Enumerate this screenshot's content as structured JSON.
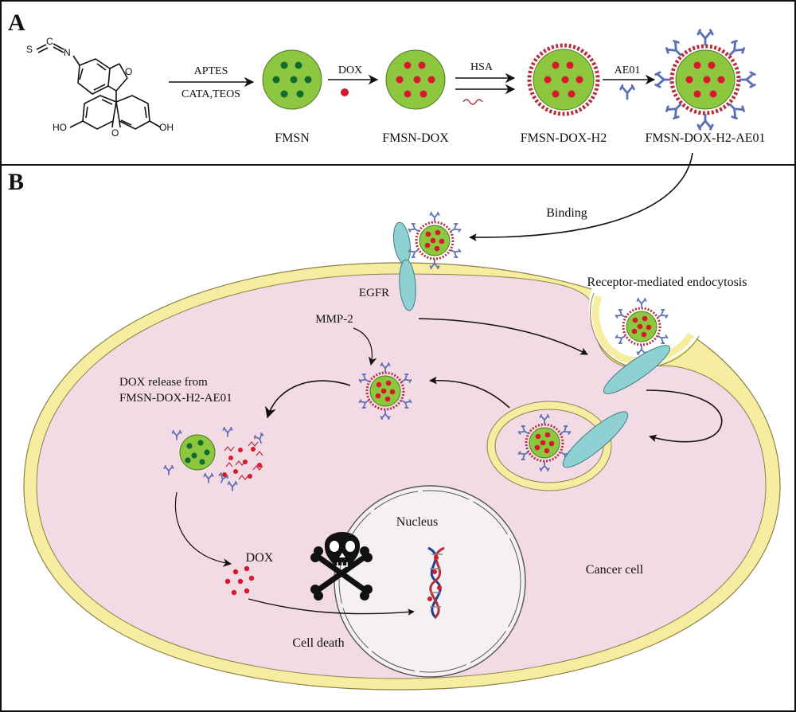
{
  "panels": {
    "a_label": "A",
    "b_label": "B"
  },
  "scheme": {
    "chem_atoms": {
      "s": "S",
      "c": "C",
      "n": "N",
      "o": "O",
      "ho_left": "HO",
      "oh_right": "OH"
    },
    "arrow1_top": "APTES",
    "arrow1_bottom": "CATA,TEOS",
    "arrow2_top": "DOX",
    "arrow3_top": "HSA",
    "arrow4_top": "AE01",
    "products": [
      "FMSN",
      "FMSN-DOX",
      "FMSN-DOX-H2",
      "FMSN-DOX-H2-AE01"
    ]
  },
  "cell": {
    "binding": "Binding",
    "egfr": "EGFR",
    "endocytosis": "Receptor-mediated endocytosis",
    "mmp2": "MMP-2",
    "release_line1": "DOX release from",
    "release_line2": "FMSN-DOX-H2-AE01",
    "dox": "DOX",
    "nucleus": "Nucleus",
    "cancer_cell": "Cancer cell",
    "cell_death": "Cell death"
  },
  "colors": {
    "silica_green": "#8dc63f",
    "dye_dark_green": "#116b2e",
    "dox_red": "#d7192b",
    "cytoplasm_pink": "#f3dbe6",
    "membrane_yellow": "#f6eda0",
    "antibody_blue": "#5b6fb2",
    "receptor_teal": "#8fd0d2"
  }
}
